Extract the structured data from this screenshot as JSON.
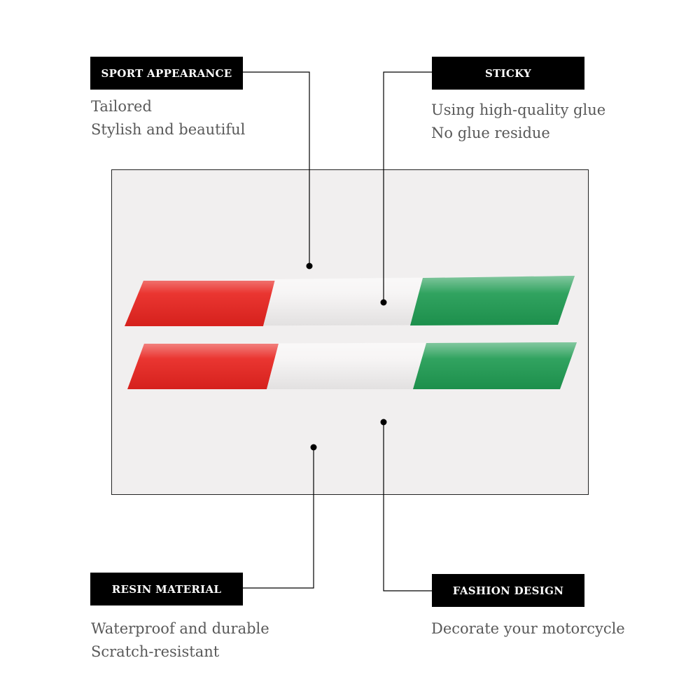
{
  "callouts": {
    "sport": {
      "title": "SPORT APPEARANCE",
      "lines": [
        "Tailored",
        "Stylish and beautiful"
      ]
    },
    "sticky": {
      "title": "STICKY",
      "lines": [
        "Using high-quality glue",
        "No glue residue"
      ]
    },
    "resin": {
      "title": "RESIN MATERIAL",
      "lines": [
        "Waterproof and durable",
        "Scratch-resistant"
      ]
    },
    "fashion": {
      "title": "FASHION DESIGN",
      "lines": [
        "Decorate your motorcycle"
      ]
    }
  },
  "colors": {
    "flag_red": "#e8241f",
    "flag_white": "#f6f4f4",
    "flag_green": "#1f9b52",
    "label_bg": "#000000",
    "text_gray": "#595959",
    "frame_bg": "#f1efef"
  }
}
